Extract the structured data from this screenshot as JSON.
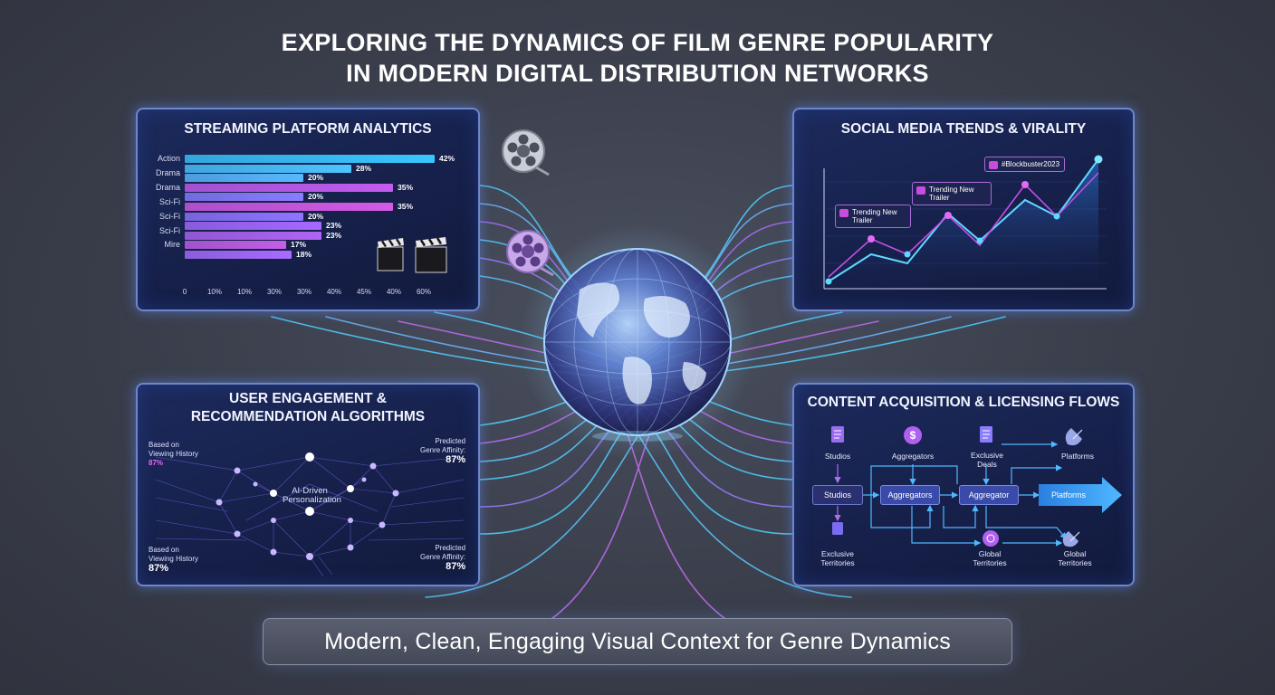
{
  "title": {
    "line1": "EXPLORING THE DYNAMICS OF FILM GENRE POPULARITY",
    "line2": "IN MODERN DIGITAL DISTRIBUTION NETWORKS"
  },
  "caption": "Modern, Clean, Engaging Visual Context for Genre Dynamics",
  "panels": {
    "streaming": {
      "title": "STREAMING PLATFORM ANALYTICS",
      "labels": [
        "Action",
        "Drama",
        "Drama",
        "Sci-Fi",
        "Sci-Fi",
        "Sci-Fi",
        "Mire"
      ],
      "bars": [
        {
          "value": 42,
          "label": "42%",
          "color": "#39c6ff"
        },
        {
          "value": 28,
          "label": "28%",
          "color": "#4cc4ff"
        },
        {
          "value": 20,
          "label": "20%",
          "color": "#5ab8ff"
        },
        {
          "value": 35,
          "label": "35%",
          "color": "#c35cf0"
        },
        {
          "value": 20,
          "label": "20%",
          "color": "#8a7cff"
        },
        {
          "value": 35,
          "label": "35%",
          "color": "#d45ae6"
        },
        {
          "value": 20,
          "label": "20%",
          "color": "#8f74ff"
        },
        {
          "value": 23,
          "label": "23%",
          "color": "#a56aff"
        },
        {
          "value": 23,
          "label": "23%",
          "color": "#b064f5"
        },
        {
          "value": 17,
          "label": "17%",
          "color": "#c45fe8"
        },
        {
          "value": 18,
          "label": "18%",
          "color": "#a86cff"
        }
      ],
      "ticks": [
        "0",
        "10%",
        "10%",
        "30%",
        "30%",
        "40%",
        "45%",
        "40%",
        "60%"
      ]
    },
    "social": {
      "title": "SOCIAL MEDIA TRENDS & VIRALITY",
      "callouts": [
        "#Blockbuster2023",
        "Trending New Trailer",
        "Trending New Trailer"
      ]
    },
    "engagement": {
      "title_line1": "USER ENGAGEMENT &",
      "title_line2": "RECOMMENDATION ALGORITHMS",
      "center_line1": "AI-Driven",
      "center_line2": "Personalization",
      "left_top_line1": "Based on",
      "left_top_line2": "Viewing History",
      "left_top_pct": "87%",
      "right_top_line1": "Predicted",
      "right_top_line2": "Genre Affinity:",
      "right_top_pct": "87%",
      "left_bottom_line1": "Based on",
      "left_bottom_line2": "Viewing History",
      "left_bottom_pct": "87%",
      "right_bottom_line1": "Predicted",
      "right_bottom_line2": "Genre Affinity:",
      "right_bottom_pct": "87%"
    },
    "content": {
      "title": "CONTENT ACQUISITION & LICENSING FLOWS",
      "top_labels": [
        "Studios",
        "Aggregators",
        "Exclusive Deals",
        "Platforms"
      ],
      "row_boxes": [
        "Studios",
        "Aggregators",
        "Aggregator",
        "Platforms"
      ],
      "bottom_labels": [
        "Exclusive Territories",
        "Global Territories",
        "Global Territories"
      ]
    }
  },
  "colors": {
    "accent_cyan": "#39c6ff",
    "accent_magenta": "#c94ce0",
    "panel_border": "#6f86c8"
  }
}
